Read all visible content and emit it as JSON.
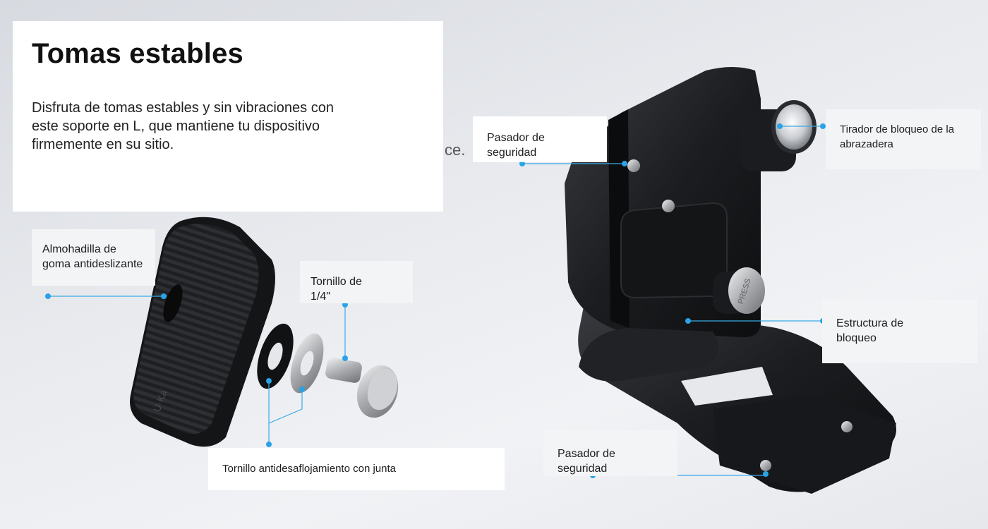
{
  "hero": {
    "title": "Tomas estables",
    "description": "Disfruta de tomas estables y sin vibraciones con este soporte en L, que mantiene tu dispositivo firmemente en su sitio.",
    "stray_text": "ce."
  },
  "callouts": {
    "rubber_pad": "Almohadilla de goma antideslizante",
    "screw": "Tornillo de 1/4\"",
    "washer_screw": "Tornillo antidesaflojamiento con junta",
    "safety_pin_top": "Pasador de seguridad",
    "clamp_knob": "Tirador de bloqueo de la abrazadera",
    "lock_structure": "Estructura de bloqueo",
    "safety_pin_bottom": "Pasador de seguridad"
  },
  "product": {
    "pad_logo": "U·Ka",
    "button_text": "PRESS"
  },
  "colors": {
    "accent_dot": "#2aa3e6",
    "leader_line": "#3aa9e8",
    "metal_dark": "#1a1b1e"
  }
}
